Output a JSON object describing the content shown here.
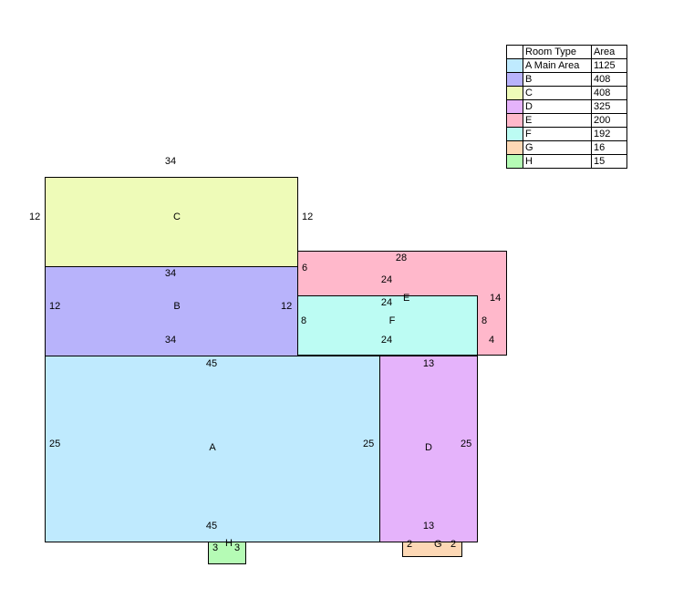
{
  "legend": {
    "headers": {
      "room_type": "Room Type",
      "area": "Area"
    },
    "rows": [
      {
        "name": "A Main Area",
        "area": "1125",
        "color": "#bfeafe"
      },
      {
        "name": "B",
        "area": "408",
        "color": "#b8b3fb"
      },
      {
        "name": "C",
        "area": "408",
        "color": "#eefbb8"
      },
      {
        "name": "D",
        "area": "325",
        "color": "#e5b3fb"
      },
      {
        "name": "E",
        "area": "200",
        "color": "#ffb8cb"
      },
      {
        "name": "F",
        "area": "192",
        "color": "#bcfcf3"
      },
      {
        "name": "G",
        "area": "16",
        "color": "#fdd8b5"
      },
      {
        "name": "H",
        "area": "15",
        "color": "#b5fbb5"
      }
    ]
  },
  "rooms": {
    "A": {
      "label": "A",
      "top": "45",
      "bottom": "45",
      "left": "25",
      "right": "25"
    },
    "B": {
      "label": "B",
      "top": "34",
      "bottom": "34",
      "left": "12",
      "right": "12"
    },
    "C": {
      "label": "C",
      "top": "34",
      "left": "12",
      "right": "12"
    },
    "D": {
      "label": "D",
      "top": "13",
      "bottom": "13",
      "right": "25"
    },
    "E": {
      "label": "E",
      "top": "28",
      "inner": "24",
      "left": "6",
      "right": "14",
      "right_low": "4"
    },
    "F": {
      "label": "F",
      "top": "24",
      "bottom": "24",
      "left": "8",
      "right": "8"
    },
    "G": {
      "label": "G",
      "left": "2",
      "right": "2"
    },
    "H": {
      "label": "H",
      "left": "3",
      "right": "3"
    }
  }
}
